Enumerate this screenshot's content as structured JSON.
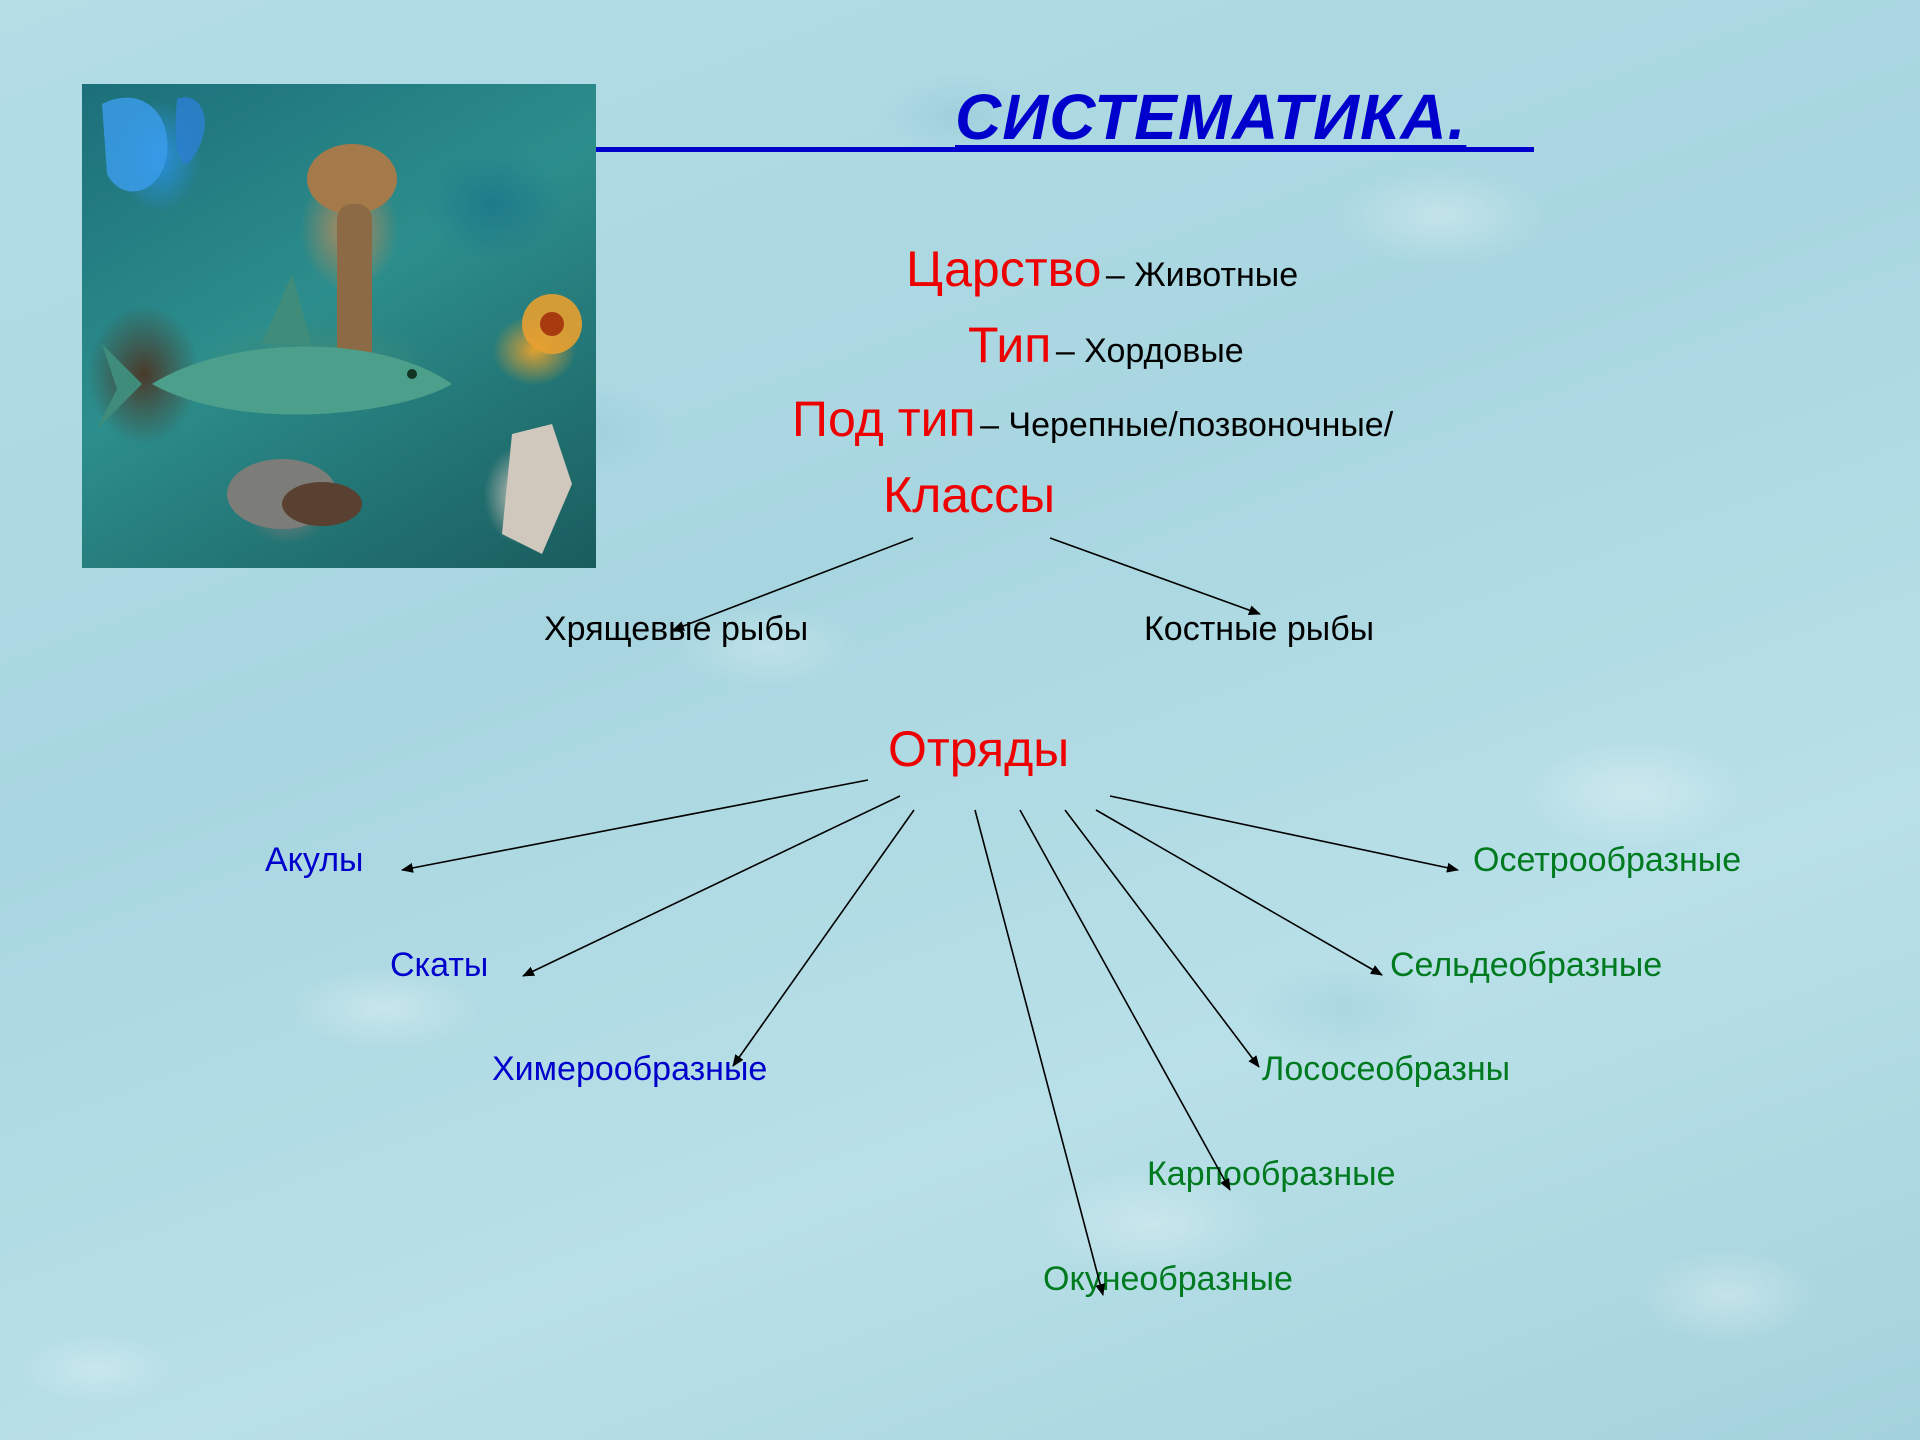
{
  "title": "СИСТЕМАТИКА.",
  "hierarchy": {
    "kingdom": {
      "rank": "Царство",
      "value": "– Животные"
    },
    "phylum": {
      "rank": "Тип",
      "value": "– Хордовые"
    },
    "subphylum": {
      "rank": "Под тип",
      "value": "– Черепные/позвоночные/"
    },
    "classes_label": "Классы",
    "orders_label": "Отряды"
  },
  "classes": [
    "Хрящевые рыбы",
    "Костные рыбы"
  ],
  "cartilaginous_orders": [
    "Акулы",
    "Скаты",
    "Химерообразные"
  ],
  "bony_orders": [
    "Осетрообразные",
    "Сельдеобразные",
    "Лососеобразны",
    "Карпообразные",
    "Окунеобразные"
  ],
  "colors": {
    "title": "#0000cc",
    "rank": "#ee0000",
    "cartilaginous": "#0000cc",
    "bony": "#007a1f",
    "arrow": "#000000"
  },
  "image": {
    "icon": "animals-collage-photo"
  }
}
